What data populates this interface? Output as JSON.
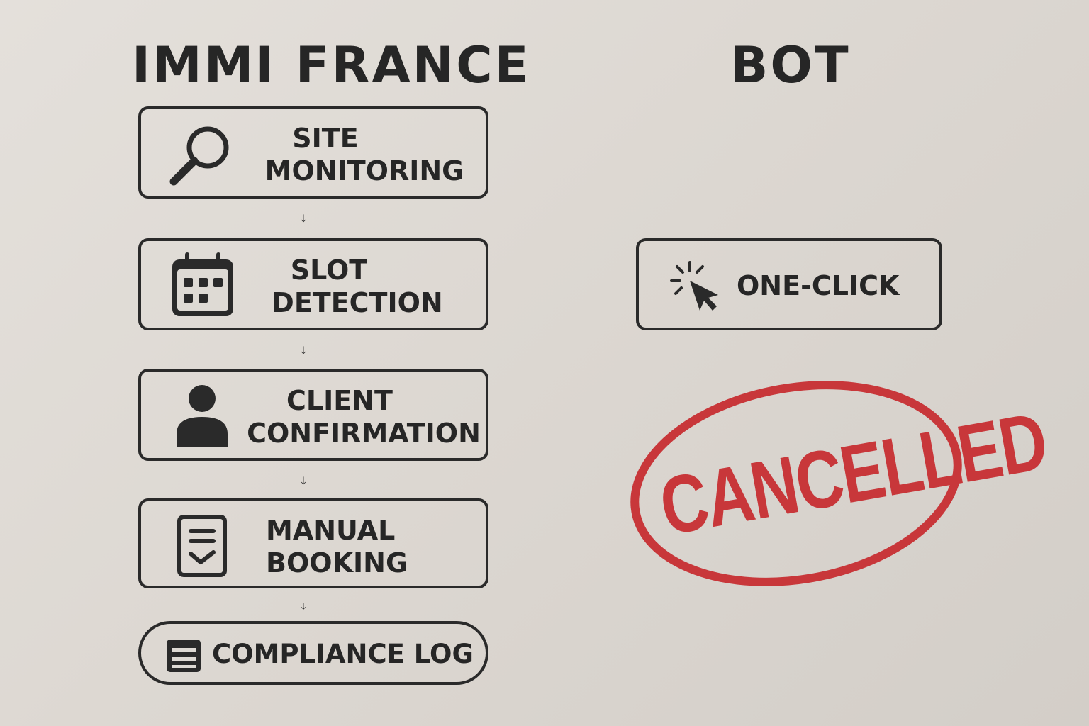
{
  "left_title": "IMMI FRANCE",
  "right_title": "BOT",
  "flow": [
    {
      "icon": "magnifier-icon",
      "line1": "SITE",
      "line2": "MONITORING"
    },
    {
      "icon": "calendar-icon",
      "line1": "SLOT",
      "line2": "DETECTION"
    },
    {
      "icon": "person-icon",
      "line1": "CLIENT",
      "line2": "CONFIRMATION"
    },
    {
      "icon": "checklist-document-icon",
      "line1": "MANUAL",
      "line2": "BOOKING"
    },
    {
      "icon": "list-icon",
      "label": "COMPLIANCE LOG"
    }
  ],
  "bot": {
    "icon": "cursor-click-icon",
    "label": "ONE-CLICK"
  },
  "stamp": {
    "label": "CANCELLED",
    "color": "#c8373a"
  }
}
